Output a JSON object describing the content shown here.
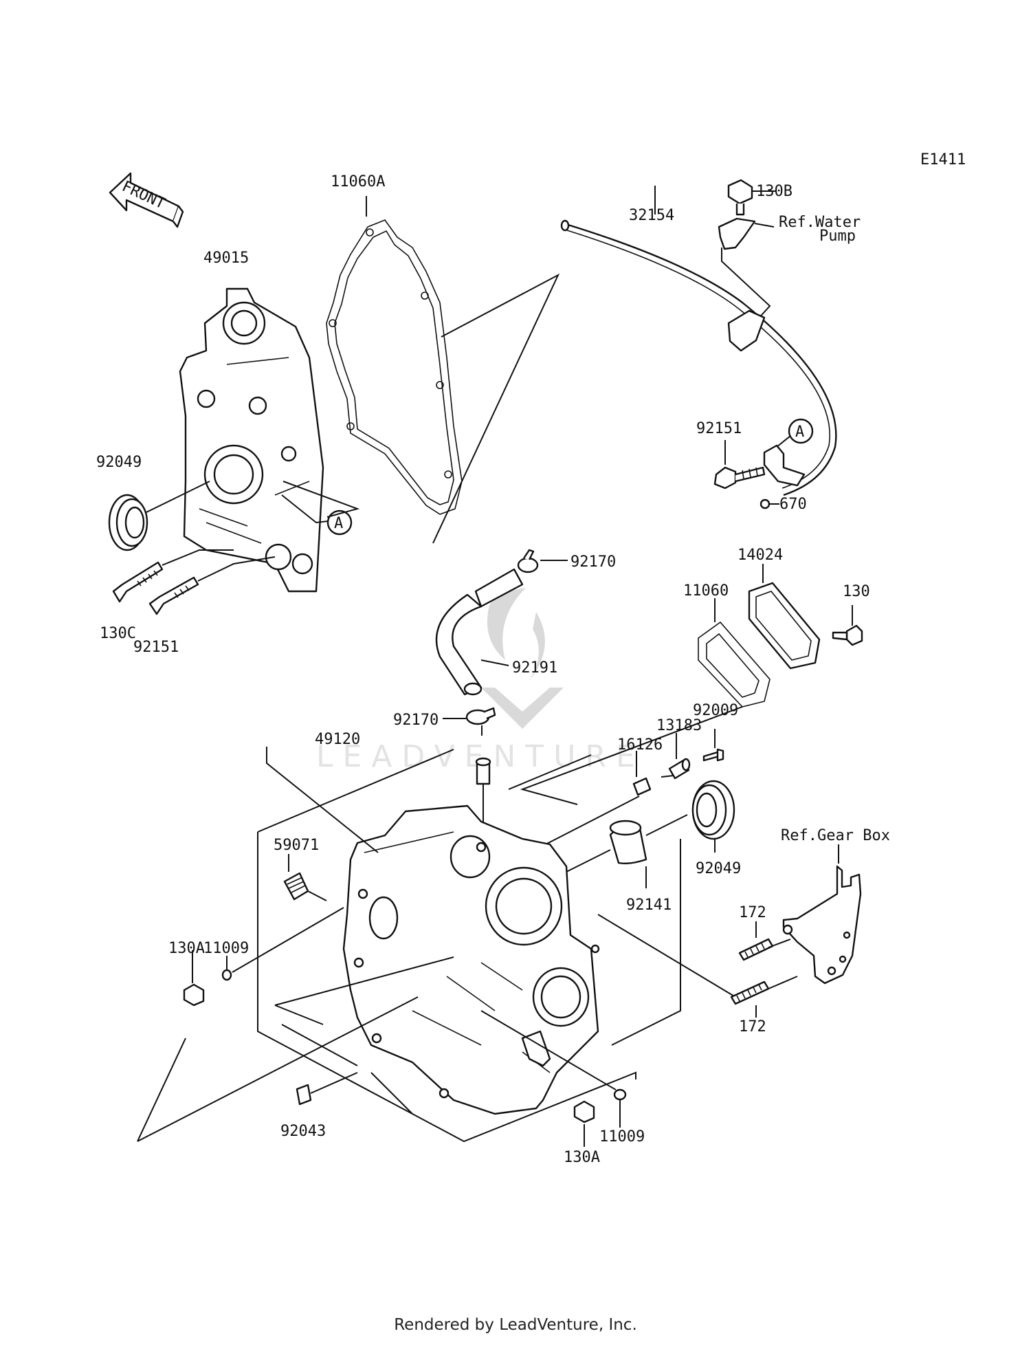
{
  "diagram_code": "E1411",
  "front_label": "FRONT",
  "callout_letter": "A",
  "watermark": "LEADVENTURE",
  "footer": "Rendered by LeadVenture, Inc.",
  "refs": {
    "water_pump_line1": "Ref.Water",
    "water_pump_line2": "Pump",
    "gear_box": "Ref.Gear Box"
  },
  "parts": [
    "11060A",
    "49015",
    "92049",
    "130C",
    "92151",
    "32154",
    "130B",
    "92151",
    "670",
    "92170",
    "92191",
    "92170",
    "14024",
    "11060",
    "130",
    "92009",
    "13183",
    "16126",
    "49120",
    "59071",
    "11009",
    "130A",
    "92049",
    "92141",
    "172",
    "172",
    "92043",
    "130A",
    "11009"
  ]
}
